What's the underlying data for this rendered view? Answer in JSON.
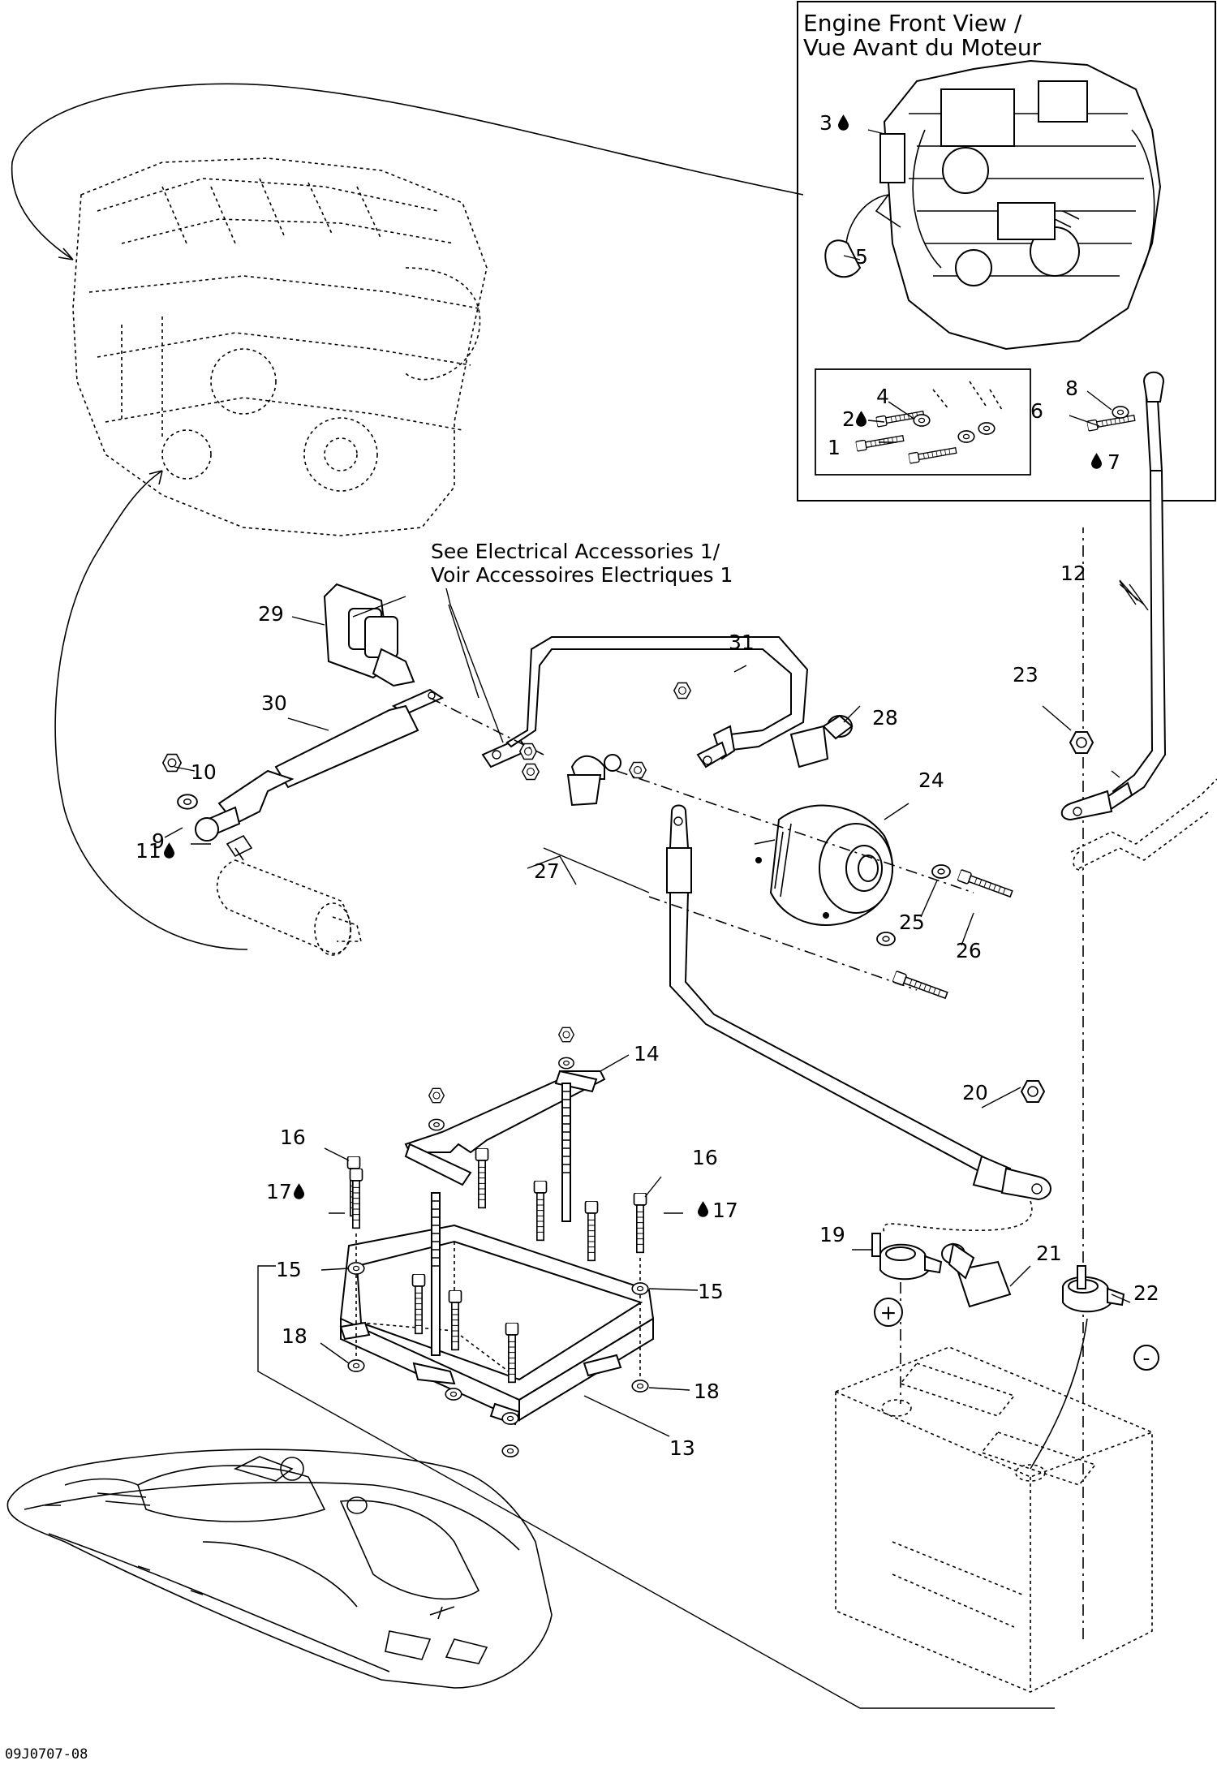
{
  "engine_front_view": {
    "title_line1": "Engine Front View /",
    "title_line2": "Vue Avant du Moteur"
  },
  "see_reference": {
    "line1": "See Electrical Accessories 1/",
    "line2": "Voir Accessoires Electriques 1"
  },
  "callouts": {
    "c1": "1",
    "c2": "2",
    "c3": "3",
    "c4": "4",
    "c5": "5",
    "c6": "6",
    "c7": "7",
    "c8": "8",
    "c9": "9",
    "c10": "10",
    "c11": "11",
    "c12": "12",
    "c13": "13",
    "c14": "14",
    "c15a": "15",
    "c15b": "15",
    "c16a": "16",
    "c16b": "16",
    "c17a": "17",
    "c17b": "17",
    "c18a": "18",
    "c18b": "18",
    "c19": "19",
    "c20": "20",
    "c21": "21",
    "c22": "22",
    "c23": "23",
    "c24": "24",
    "c25": "25",
    "c26": "26",
    "c27": "27",
    "c28": "28",
    "c29": "29",
    "c30": "30",
    "c31": "31"
  },
  "polarity": {
    "positive": "+",
    "negative": "-"
  },
  "figure_code": "09J0707-08",
  "icons": {
    "sealant": "sealant-drop-icon",
    "positive": "positive-terminal-icon",
    "negative": "negative-terminal-icon"
  }
}
